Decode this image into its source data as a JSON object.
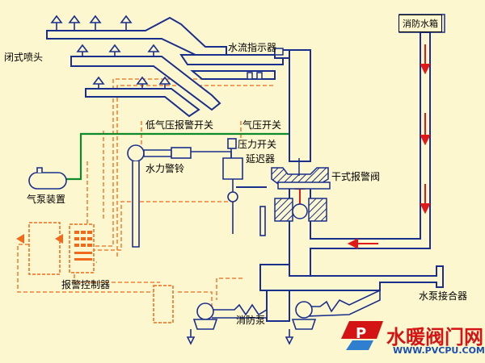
{
  "labels": {
    "closed_sprinkler": "闭式喷头",
    "flow_indicator": "水流指示器",
    "fire_tank": "消防水箱",
    "low_pressure_switch": "低气压报警开关",
    "air_pressure_switch": "气压开关",
    "pressure_switch": "压力开关",
    "water_gong": "水力警铃",
    "retard_chamber": "延迟器",
    "dry_alarm_valve": "干式报警阀",
    "air_pump": "气泵装置",
    "alarm_controller": "报警控制器",
    "pump_connector": "水泵接合器",
    "fire_pump": "消防泵"
  },
  "watermark": {
    "text": "水暖阀门网",
    "url": "WWW.PVCPU.COM",
    "logo_letter": "P"
  },
  "colors": {
    "background": "#fdf7cf",
    "pipe": "#1a2f8c",
    "pipe_fill": "#fdf7cf",
    "air_line": "#0f8a2a",
    "signal_line": "#ef6a1a",
    "flow_arrow": "#e01919",
    "watermark_red": "#d41414",
    "watermark_blue": "#1a4fb0"
  }
}
